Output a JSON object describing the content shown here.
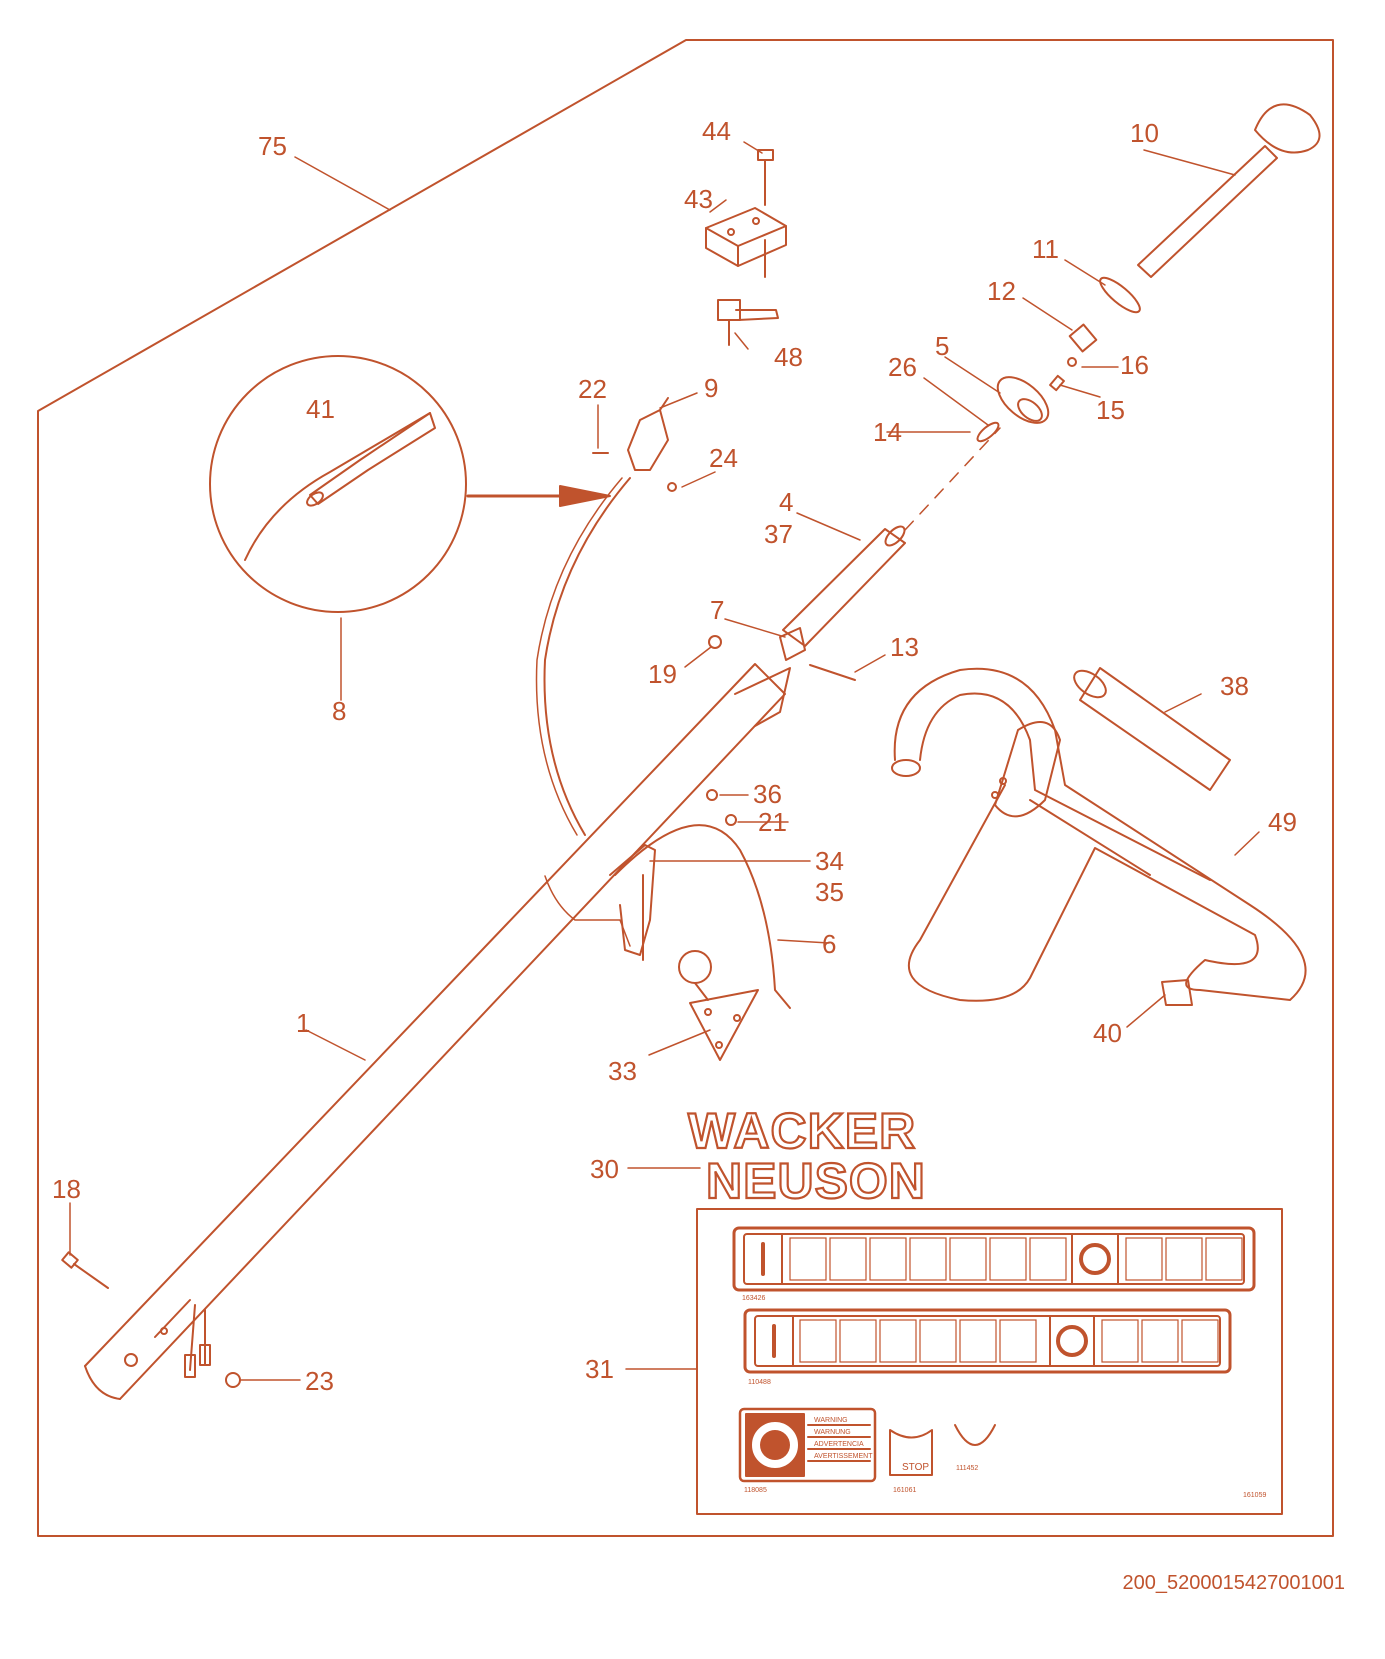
{
  "colors": {
    "line": "#c0532d",
    "background": "#ffffff"
  },
  "callouts": {
    "c1": "1",
    "c4": "4",
    "c5": "5",
    "c6": "6",
    "c7": "7",
    "c8": "8",
    "c9": "9",
    "c10": "10",
    "c11": "11",
    "c12": "12",
    "c13": "13",
    "c14": "14",
    "c15": "15",
    "c16": "16",
    "c18": "18",
    "c19": "19",
    "c21": "21",
    "c22": "22",
    "c23": "23",
    "c24": "24",
    "c26": "26",
    "c30": "30",
    "c31": "31",
    "c33": "33",
    "c34": "34",
    "c35": "35",
    "c36": "36",
    "c37": "37",
    "c38": "38",
    "c40": "40",
    "c41": "41",
    "c43": "43",
    "c44": "44",
    "c48": "48",
    "c49": "49",
    "c75": "75"
  },
  "logo": {
    "line1": "WACKER",
    "line2": "NEUSON"
  },
  "decals": {
    "decal_a_number": "163426",
    "decal_b_number": "110488",
    "warning_decal_number": "118085",
    "stop_decal_number": "161061",
    "clip_decal_number": "111452",
    "sheet_number": "161059",
    "stop_text": "STOP",
    "warning_lines": [
      "WARNING",
      "WARNUNG",
      "ADVERTENCIA",
      "AVERTISSEMENT"
    ]
  },
  "drawing_number": "200_5200015427001001"
}
